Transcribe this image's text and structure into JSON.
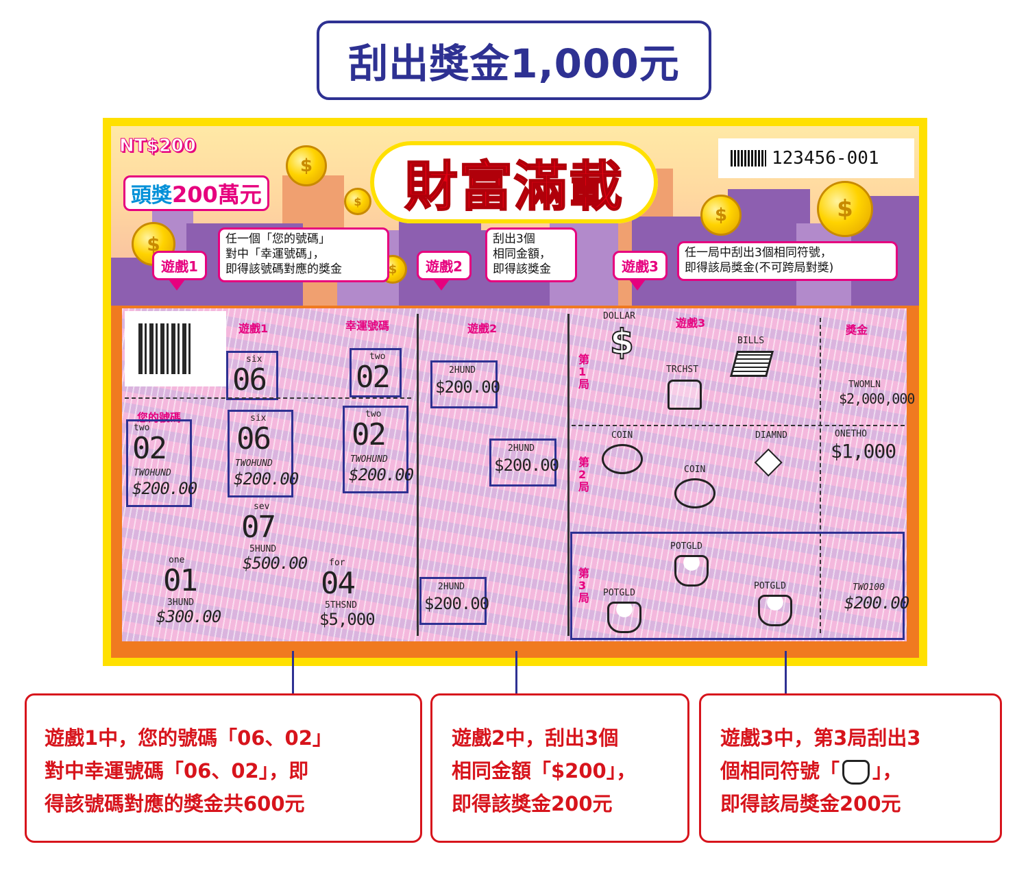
{
  "headline": "刮出獎金1,000元",
  "ticket": {
    "price": "NT$200",
    "top_prize_prefix": "頭獎",
    "top_prize_amount": "200萬元",
    "game_title": "財富滿載",
    "serial": "123456-001",
    "games": [
      {
        "tag": "遊戲1",
        "rule_lines": [
          "任一個「您的號碼」",
          "對中「幸運號碼」，",
          "即得該號碼對應的獎金"
        ]
      },
      {
        "tag": "遊戲2",
        "rule_lines": [
          "刮出3個",
          "相同金額，",
          "即得該獎金"
        ]
      },
      {
        "tag": "遊戲3",
        "rule_lines": [
          "任一局中刮出3個相同符號，",
          "即得該局獎金(不可跨局對獎)"
        ]
      }
    ],
    "game1": {
      "label": "遊戲1",
      "lucky_label": "幸運號碼",
      "your_label": "您的號碼",
      "lucky_numbers": [
        {
          "word": "six",
          "num": "06"
        },
        {
          "word": "two",
          "num": "02"
        }
      ],
      "your_numbers": [
        {
          "word": "two",
          "num": "02",
          "prize_word": "TWOHUND",
          "prize": "$200.00"
        },
        {
          "word": "six",
          "num": "06",
          "prize_word": "TWOHUND",
          "prize": "$200.00"
        },
        {
          "word": "two",
          "num": "02",
          "prize_word": "TWOHUND",
          "prize": "$200.00"
        },
        {
          "word": "sev",
          "num": "07",
          "prize_word": "5HUND",
          "prize": "$500.00"
        },
        {
          "word": "one",
          "num": "01",
          "prize_word": "3HUND",
          "prize": "$300.00"
        },
        {
          "word": "for",
          "num": "04",
          "prize_word": "5THSND",
          "prize": "$5,000"
        }
      ]
    },
    "game2": {
      "label": "遊戲2",
      "amounts": [
        {
          "word": "2HUND",
          "amount": "$200.00"
        },
        {
          "word": "2HUND",
          "amount": "$200.00"
        },
        {
          "word": "2HUND",
          "amount": "$200.00"
        }
      ]
    },
    "game3": {
      "label": "遊戲3",
      "prize_label": "獎金",
      "rounds": [
        {
          "label": "第1局",
          "symbols": [
            "DOLLAR",
            "TRCHST",
            "BILLS"
          ],
          "prize_word": "TWOMLN",
          "prize": "$2,000,000"
        },
        {
          "label": "第2局",
          "symbols": [
            "COIN",
            "COIN",
            "DIAMND"
          ],
          "prize_word": "ONETHO",
          "prize": "$1,000"
        },
        {
          "label": "第3局",
          "symbols": [
            "POTGLD",
            "POTGLD",
            "POTGLD"
          ],
          "prize_word": "TWO100",
          "prize": "$200.00"
        }
      ]
    }
  },
  "callouts": [
    {
      "lines": [
        "遊戲1中，您的號碼「06、02」",
        "對中幸運號碼「06、02」，即",
        "得該號碼對應的獎金共600元"
      ]
    },
    {
      "lines": [
        "遊戲2中，刮出3個",
        "相同金額「$200」，",
        "即得該獎金200元"
      ]
    },
    {
      "lines": [
        "遊戲3中，第3局刮出3",
        "個相同符號「",
        "即得該局獎金200元"
      ],
      "line2_suffix": "」，"
    }
  ],
  "colors": {
    "navy": "#2e3192",
    "red": "#d7141c",
    "pink": "#e6007e",
    "yellow": "#ffe000",
    "orange": "#f07a20"
  }
}
